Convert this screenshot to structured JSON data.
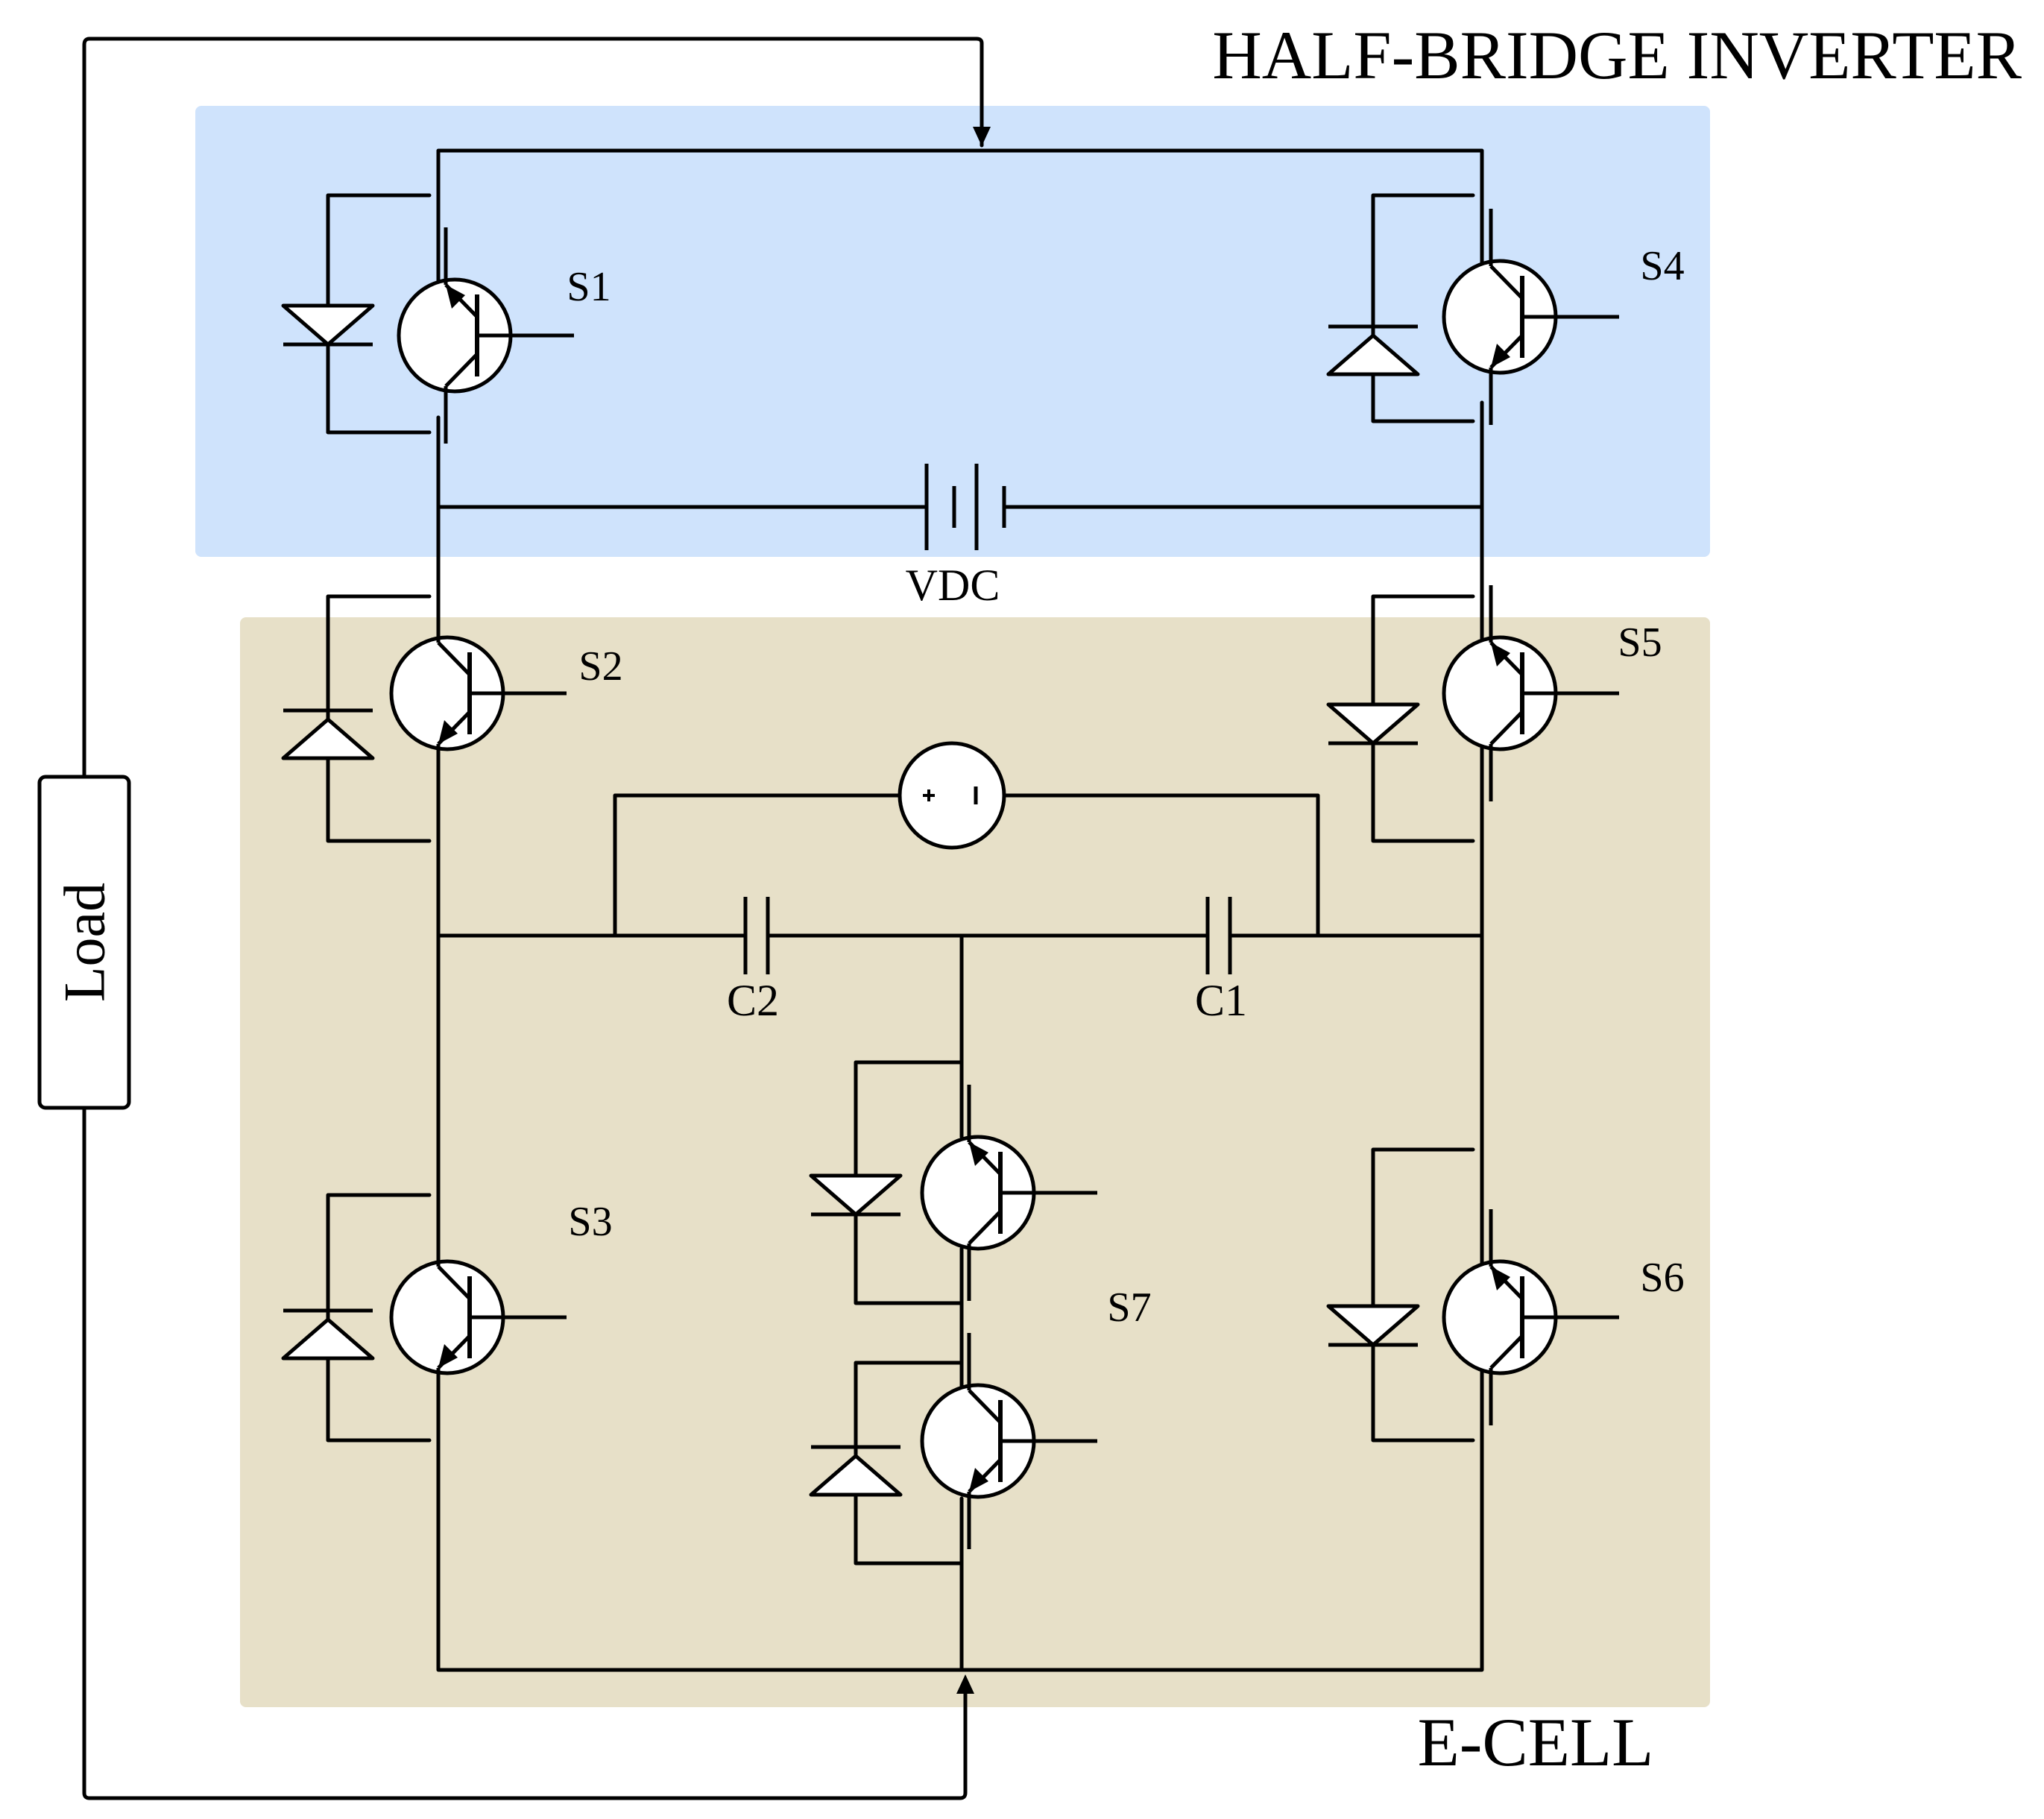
{
  "title": "HALF-BRIDGE INVERTER",
  "cell_label": "E-CELL",
  "load_label": "Load",
  "source_label": "VDC",
  "capacitors": [
    {
      "id": "c2",
      "label": "C2"
    },
    {
      "id": "c1",
      "label": "C1"
    }
  ],
  "switches": [
    {
      "id": "s1",
      "label": "S1"
    },
    {
      "id": "s2",
      "label": "S2"
    },
    {
      "id": "s3",
      "label": "S3"
    },
    {
      "id": "s4",
      "label": "S4"
    },
    {
      "id": "s5",
      "label": "S5"
    },
    {
      "id": "s6",
      "label": "S6"
    },
    {
      "id": "s7",
      "label": "S7"
    }
  ],
  "colors": {
    "half_bridge_region": "#cfe3fc",
    "e_cell_region": "#e7e0c8",
    "wire": "#000000",
    "background": "#ffffff"
  }
}
